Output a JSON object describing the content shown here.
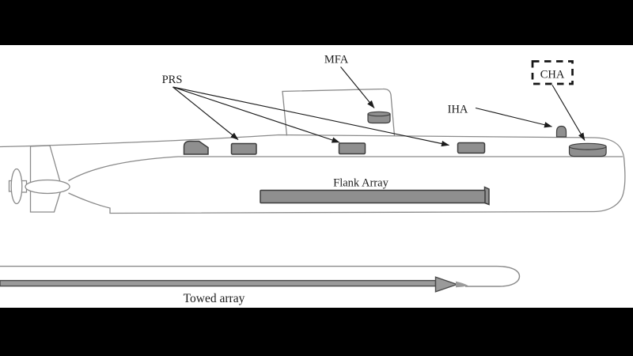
{
  "scene": {
    "kind": "submarine-sonar-array-diagram",
    "letterbox_color": "#000000",
    "canvas_color": "#ffffff",
    "outline_color": "#8a8a8a",
    "annotation_color": "#1c1c1c",
    "sensor_fill": "#8f8f8f",
    "sensor_border": "#3c3c3c",
    "towed_array_fill": "#9a9a9a"
  },
  "labels": {
    "prs": "PRS",
    "mfa": "MFA",
    "iha": "IHA",
    "cha": "CHA",
    "flank_array": "Flank Array",
    "towed_array": "Towed array"
  }
}
